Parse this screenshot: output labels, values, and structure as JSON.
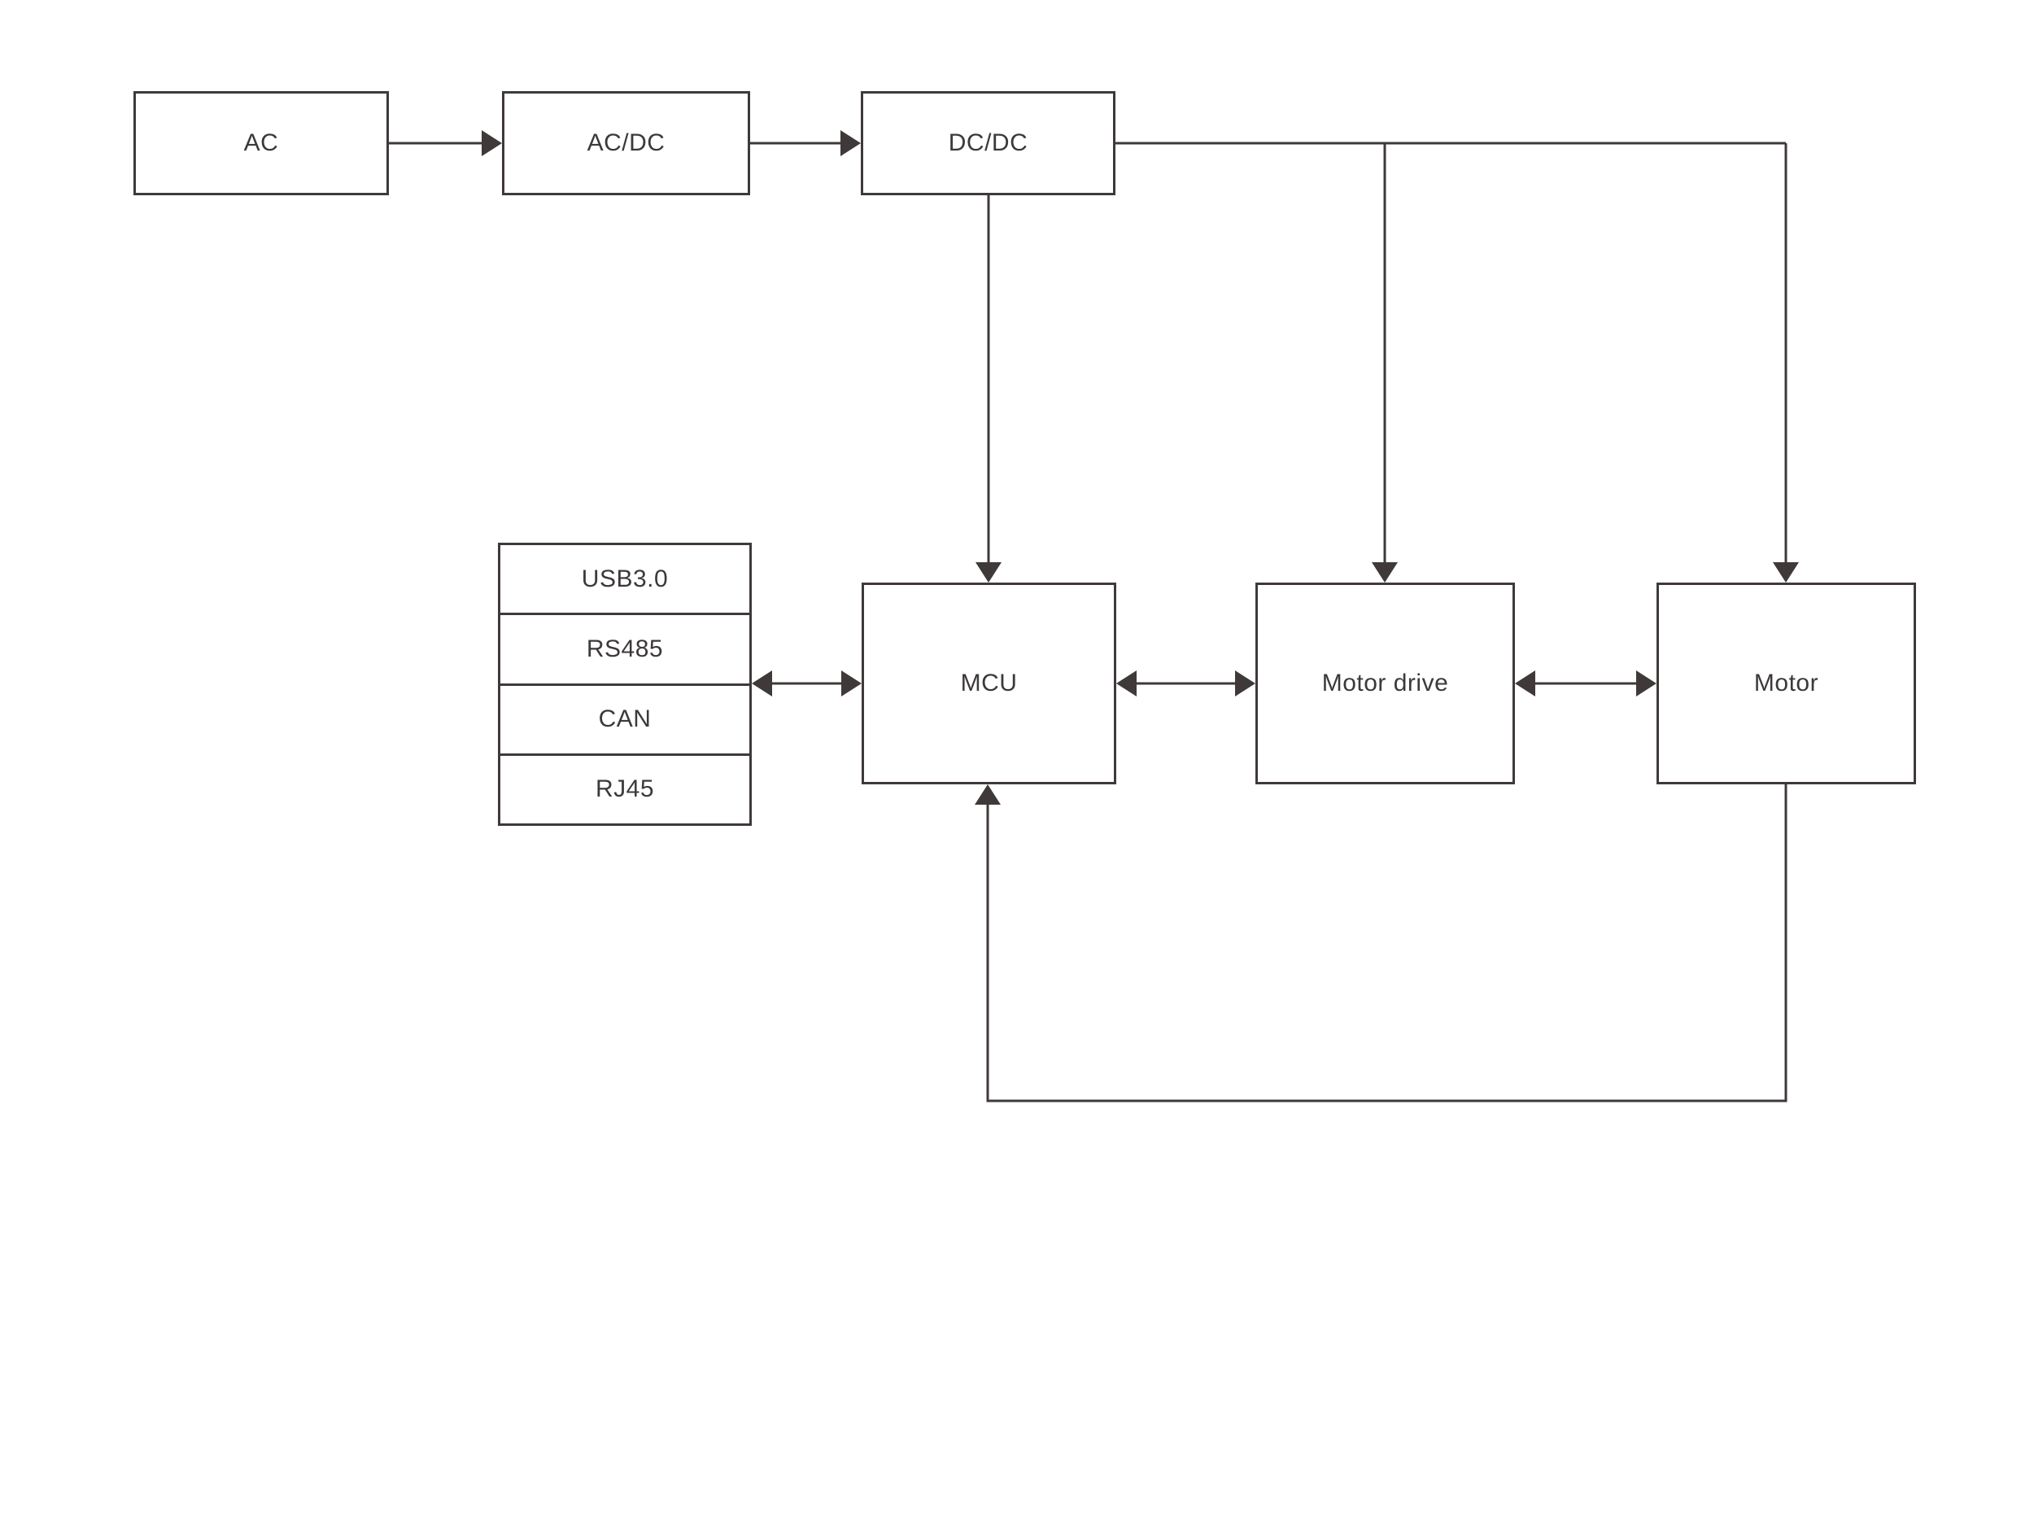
{
  "diagram": {
    "background_color": "#ffffff",
    "line_color": "#3f3a39",
    "text_color": "#3d3939",
    "nodes": {
      "ac": {
        "label": "AC"
      },
      "acdc": {
        "label": "AC/DC"
      },
      "dcdc": {
        "label": "DC/DC"
      },
      "mcu": {
        "label": "MCU"
      },
      "motor_drive": {
        "label": "Motor drive"
      },
      "motor": {
        "label": "Motor"
      }
    },
    "interface_stack": {
      "items": [
        {
          "label": "USB3.0"
        },
        {
          "label": "RS485"
        },
        {
          "label": "CAN"
        },
        {
          "label": "RJ45"
        }
      ]
    },
    "connections": [
      {
        "from": "AC",
        "to": "AC/DC",
        "type": "arrow"
      },
      {
        "from": "AC/DC",
        "to": "DC/DC",
        "type": "arrow"
      },
      {
        "from": "DC/DC",
        "to": "MCU",
        "type": "arrow"
      },
      {
        "from": "DC/DC",
        "to": "Motor drive",
        "type": "arrow"
      },
      {
        "from": "DC/DC",
        "to": "Motor",
        "type": "arrow"
      },
      {
        "from": "Interface stack",
        "to": "MCU",
        "type": "bidirectional"
      },
      {
        "from": "MCU",
        "to": "Motor drive",
        "type": "bidirectional"
      },
      {
        "from": "Motor drive",
        "to": "Motor",
        "type": "bidirectional"
      },
      {
        "from": "Motor",
        "to": "MCU",
        "type": "arrow"
      }
    ]
  }
}
